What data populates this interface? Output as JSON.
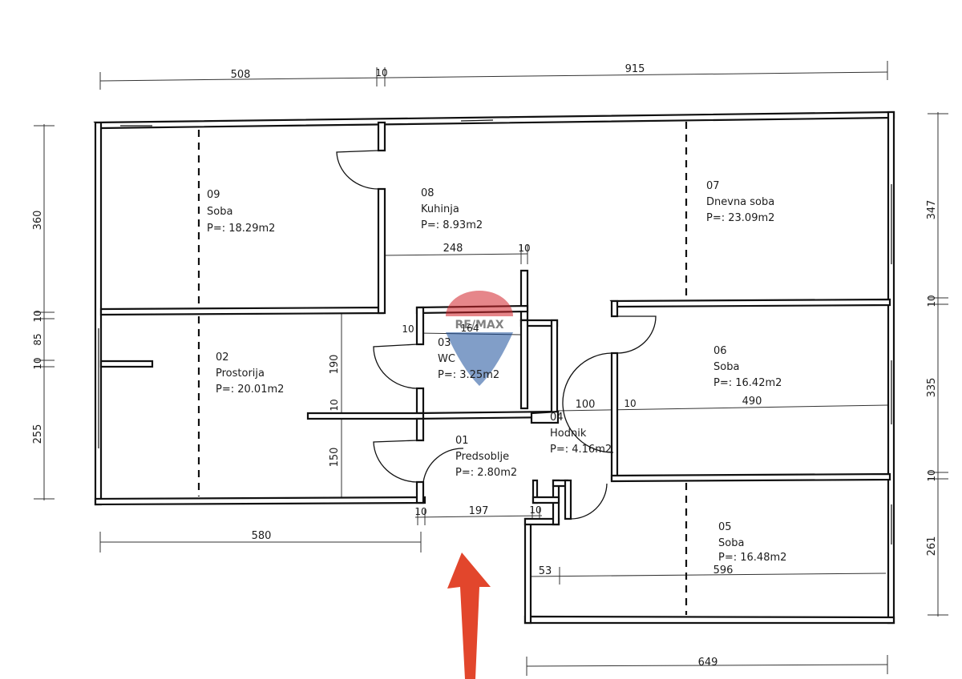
{
  "brand": {
    "logo_text": "RE/MAX",
    "colors": {
      "red": "#d2232a",
      "blue": "#1b4f9c",
      "arrow": "#e2462c"
    }
  },
  "rooms": [
    {
      "id": "09",
      "name": "Soba",
      "area": "P=: 18.29m2"
    },
    {
      "id": "08",
      "name": "Kuhinja",
      "area": "P=: 8.93m2"
    },
    {
      "id": "07",
      "name": "Dnevna soba",
      "area": "P=: 23.09m2"
    },
    {
      "id": "02",
      "name": "Prostorija",
      "area": "P=: 20.01m2"
    },
    {
      "id": "03",
      "name": "WC",
      "area": "P=: 3.25m2"
    },
    {
      "id": "06",
      "name": "Soba",
      "area": "P=: 16.42m2"
    },
    {
      "id": "01",
      "name": "Predsoblje",
      "area": "P=: 2.80m2"
    },
    {
      "id": "04",
      "name": "Hodnik",
      "area": "P=: 4.16m2"
    },
    {
      "id": "05",
      "name": "Soba",
      "area": "P=: 16.48m2"
    }
  ],
  "dimensions": {
    "top_left": "508",
    "top_mid": "10",
    "top_right": "915",
    "left_top": "360",
    "left_10a": "10",
    "left_85": "85",
    "left_10b": "10",
    "left_bottom": "255",
    "right_top": "347",
    "right_10a": "10",
    "right_mid": "335",
    "right_10b": "10",
    "right_bottom": "261",
    "kitchen_width": "248",
    "kitchen_10": "10",
    "wc_10": "10",
    "wc_width": "164",
    "h190": "190",
    "h10": "10",
    "h150": "150",
    "hall_100": "100",
    "hall_10": "10",
    "room6_width": "490",
    "bottom_10a": "10",
    "bottom_197": "197",
    "bottom_10b": "10",
    "bottom_580": "580",
    "room5_53": "53",
    "room5_596": "596",
    "bottom_649": "649"
  }
}
